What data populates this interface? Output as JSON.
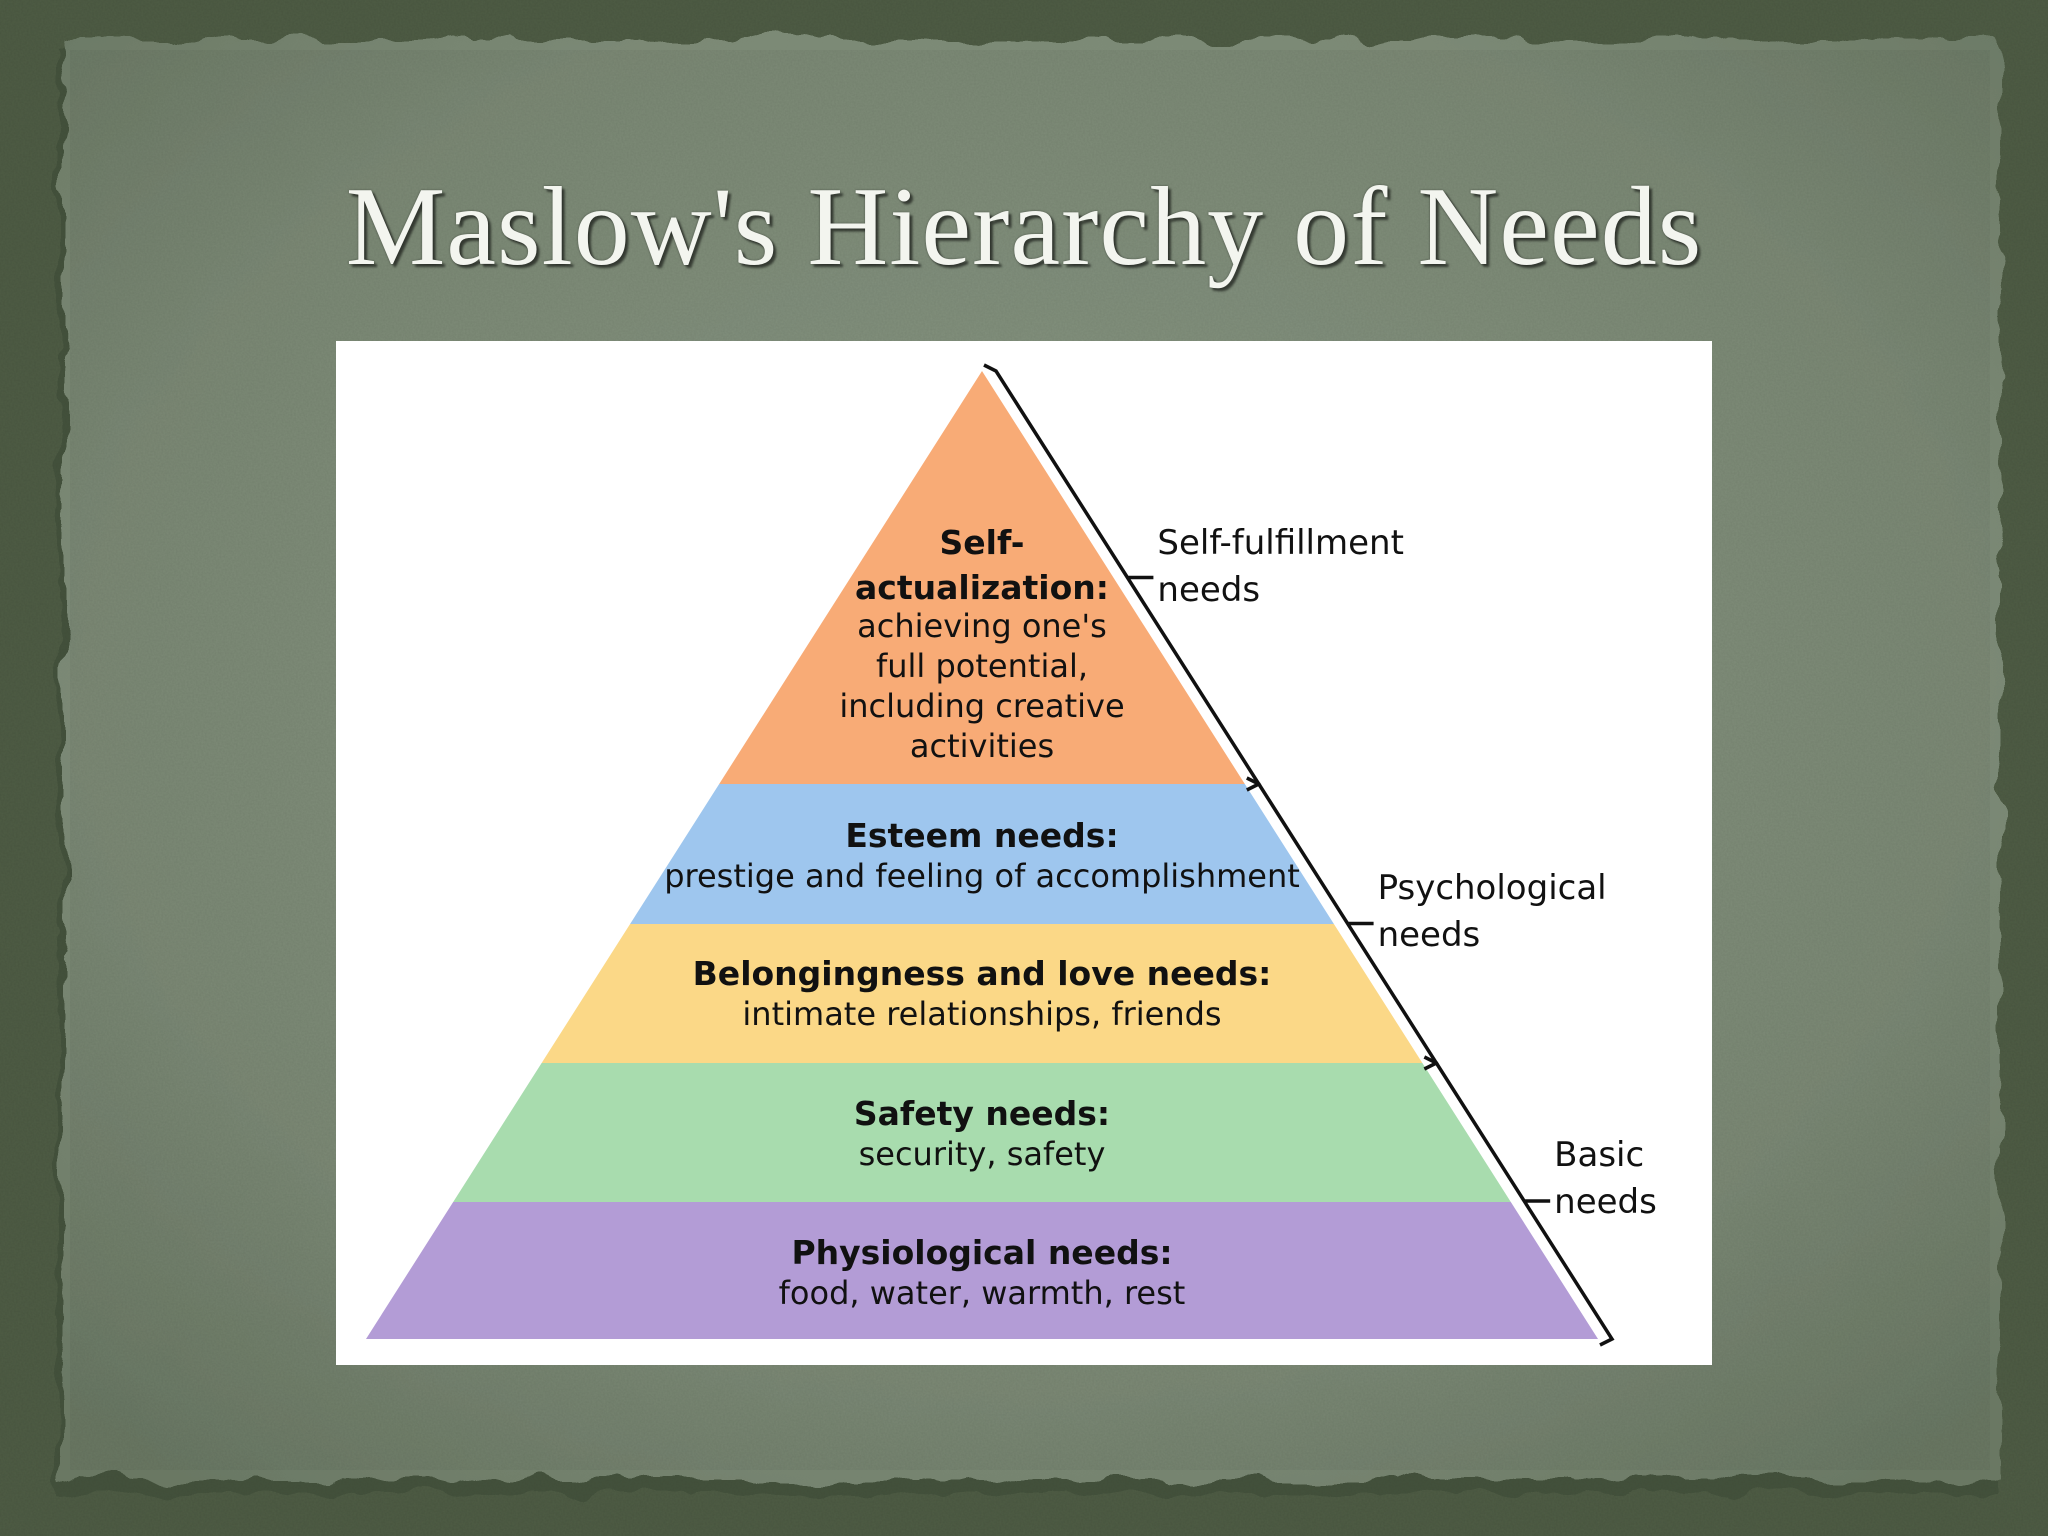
{
  "title": "Maslow's Hierarchy of Needs",
  "colors": {
    "frame_dark": "#4f5d45",
    "paper": "#7d8b77",
    "panel": "#ffffff",
    "bracket": "#111111",
    "text": "#111111"
  },
  "levels": [
    {
      "id": "self-actualization",
      "title_lines": [
        "Self-",
        "actualization:"
      ],
      "desc_lines": [
        "achieving one's",
        "full potential,",
        "including creative",
        "activities"
      ],
      "color": "#f8ab76"
    },
    {
      "id": "esteem",
      "title_lines": [
        "Esteem needs:"
      ],
      "desc_lines": [
        "prestige and feeling of accomplishment"
      ],
      "color": "#9ec6ee"
    },
    {
      "id": "belongingness",
      "title_lines": [
        "Belongingness and love needs:"
      ],
      "desc_lines": [
        "intimate relationships, friends"
      ],
      "color": "#fbd887"
    },
    {
      "id": "safety",
      "title_lines": [
        "Safety needs:"
      ],
      "desc_lines": [
        "security, safety"
      ],
      "color": "#a8dcae"
    },
    {
      "id": "physiological",
      "title_lines": [
        "Physiological needs:"
      ],
      "desc_lines": [
        "food, water, warmth, rest"
      ],
      "color": "#b39cd6"
    }
  ],
  "groups": [
    {
      "id": "self-fulfillment",
      "label_lines": [
        "Self-fulfillment",
        "needs"
      ],
      "levels": [
        "self-actualization"
      ]
    },
    {
      "id": "psychological",
      "label_lines": [
        "Psychological",
        "needs"
      ],
      "levels": [
        "esteem",
        "belongingness"
      ]
    },
    {
      "id": "basic",
      "label_lines": [
        "Basic",
        "needs"
      ],
      "levels": [
        "safety",
        "physiological"
      ]
    }
  ]
}
